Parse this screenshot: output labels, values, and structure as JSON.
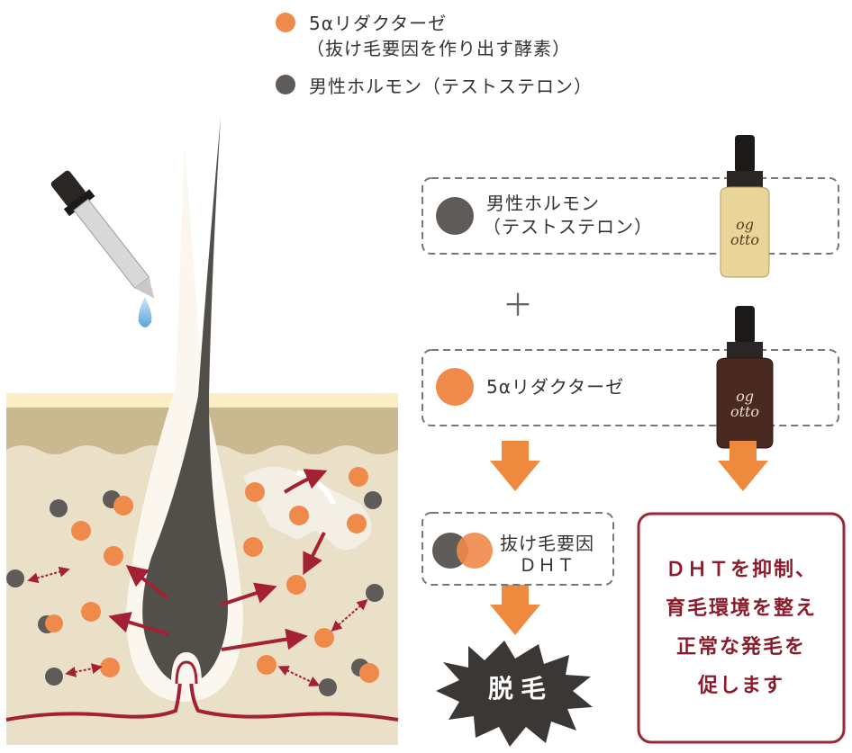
{
  "legend": {
    "enzyme_line1": "5αリダクターゼ",
    "enzyme_line2": "（抜け毛要因を作り出す酵素）",
    "hormone": "男性ホルモン（テストステロン）",
    "enzyme_color": "#ef8a4a",
    "hormone_color": "#5e5b58"
  },
  "box_hormone": {
    "line1": "男性ホルモン",
    "line2": "（テストステロン）"
  },
  "plus_sign": "＋",
  "box_enzyme": {
    "label": "5αリダクターゼ"
  },
  "box_dht": {
    "line1": "抜け毛要因",
    "line2": "ＤＨＴ"
  },
  "hair_loss": "脱毛",
  "result": {
    "line1": "ＤＨＴを抑制、",
    "line2": "育毛環境を整え",
    "line3": "正常な発毛を",
    "line4": "促します"
  },
  "colors": {
    "arrow": "#ee8a3e",
    "result_border": "#9c2634",
    "hair": "#524e4a",
    "skin": "#c9b890",
    "skin_light": "#ede2c3",
    "blood_vessel": "#a32132",
    "bottle_gold": "#e9d49a",
    "bottle_dark": "#4a2a20"
  }
}
